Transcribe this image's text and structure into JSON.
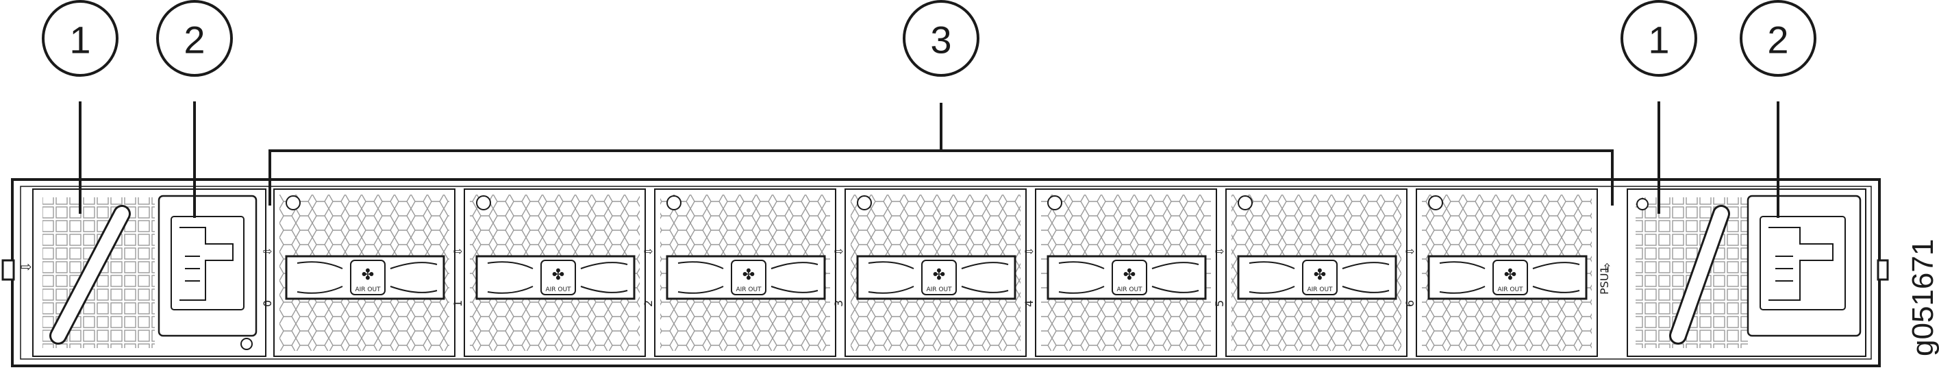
{
  "callouts": [
    {
      "number": "1",
      "target": "psu-left-handle"
    },
    {
      "number": "2",
      "target": "psu-left-plug"
    },
    {
      "number": "3",
      "target": "fan-modules"
    },
    {
      "number": "1",
      "target": "psu-right-handle"
    },
    {
      "number": "2",
      "target": "psu-right-plug"
    }
  ],
  "fan_modules": [
    {
      "slot_label": "0",
      "badge_label": "AIR OUT",
      "icon": "fan-icon"
    },
    {
      "slot_label": "1",
      "badge_label": "AIR OUT",
      "icon": "fan-icon"
    },
    {
      "slot_label": "2",
      "badge_label": "AIR OUT",
      "icon": "fan-icon"
    },
    {
      "slot_label": "3",
      "badge_label": "AIR OUT",
      "icon": "fan-icon"
    },
    {
      "slot_label": "4",
      "badge_label": "AIR OUT",
      "icon": "fan-icon"
    },
    {
      "slot_label": "5",
      "badge_label": "AIR OUT",
      "icon": "fan-icon"
    },
    {
      "slot_label": "6",
      "badge_label": "AIR OUT",
      "icon": "fan-icon"
    }
  ],
  "psu_label": "PSU1",
  "figure_id": "g051671",
  "colors": {
    "stroke": "#1a1a1a",
    "hex_pattern": "#9a9a9a",
    "background": "#ffffff"
  }
}
